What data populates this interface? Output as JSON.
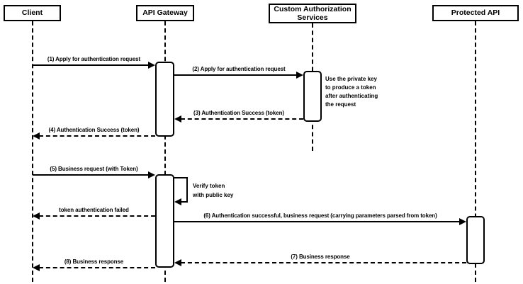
{
  "diagram_type": "uml-sequence-diagram",
  "colors": {
    "background": "#ffffff",
    "line": "#000000",
    "text": "#000000",
    "shape_fill": "#ffffff"
  },
  "actors": [
    {
      "id": "client",
      "label": "Client"
    },
    {
      "id": "api-gateway",
      "label": "API Gateway"
    },
    {
      "id": "custom-auth-services",
      "label": "Custom Authorization Services"
    },
    {
      "id": "protected-api",
      "label": "Protected API"
    }
  ],
  "messages": [
    {
      "seq": "1",
      "label": "(1) Apply for authentication request",
      "from": "Client",
      "to": "API Gateway",
      "line": "solid"
    },
    {
      "seq": "2",
      "label": "(2) Apply for authentication request",
      "from": "API Gateway",
      "to": "Custom Authorization Services",
      "line": "solid"
    },
    {
      "seq": "3",
      "label": "(3) Authentication Success (token)",
      "from": "Custom Authorization Services",
      "to": "API Gateway",
      "line": "dashed"
    },
    {
      "seq": "4",
      "label": "(4) Authentication Success (token)",
      "from": "API Gateway",
      "to": "Client",
      "line": "dashed"
    },
    {
      "seq": "5",
      "label": "(5) Business request (with Token)",
      "from": "Client",
      "to": "API Gateway",
      "line": "solid"
    },
    {
      "seq": "",
      "label": "Verify token\nwith public key",
      "from": "API Gateway",
      "to": "API Gateway",
      "line": "solid-self-loop"
    },
    {
      "seq": "",
      "label": "token authentication failed",
      "from": "API Gateway",
      "to": "Client",
      "line": "dashed"
    },
    {
      "seq": "6",
      "label": "(6) Authentication successful, business request (carrying parameters parsed from token)",
      "from": "API Gateway",
      "to": "Protected API",
      "line": "solid"
    },
    {
      "seq": "7",
      "label": "(7) Business response",
      "from": "Protected API",
      "to": "API Gateway",
      "line": "dashed"
    },
    {
      "seq": "8",
      "label": "(8) Business response",
      "from": "API Gateway",
      "to": "Client",
      "line": "dashed"
    }
  ],
  "note": {
    "text": "Use the private key to produce a token after authenticating the request",
    "attached_to": "Custom Authorization Services"
  }
}
